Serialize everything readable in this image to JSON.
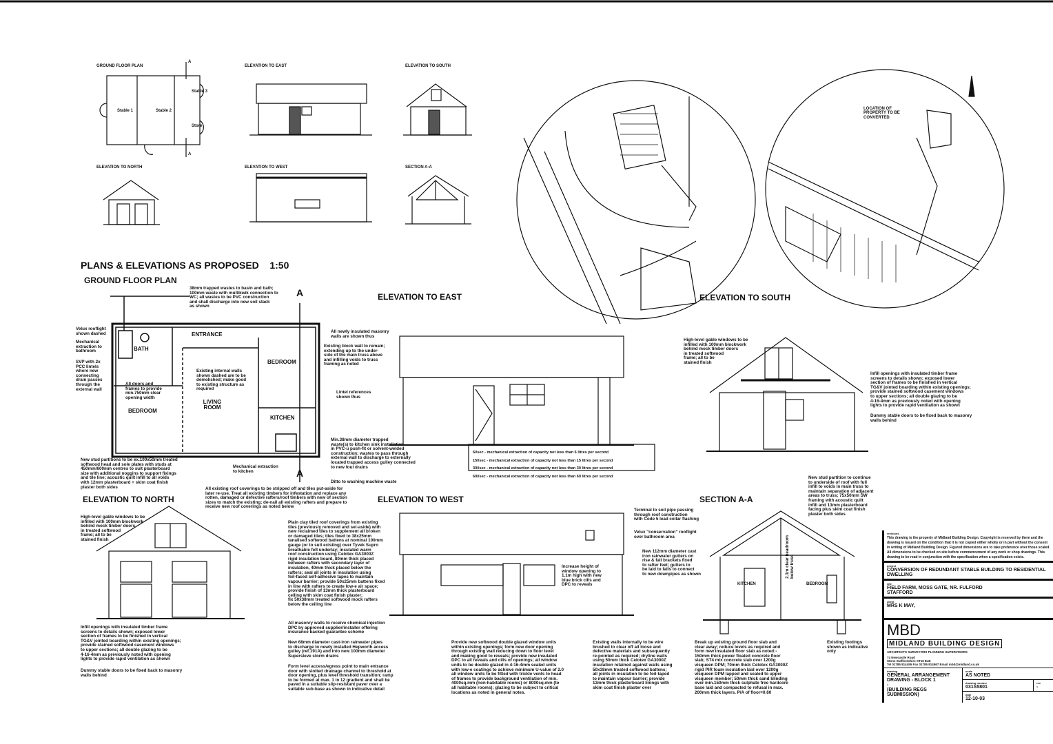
{
  "thumbnails": {
    "ground_floor_plan": "GROUND FLOOR PLAN",
    "elevation_east": "ELEVATION TO EAST",
    "elevation_south": "ELEVATION TO SOUTH",
    "elevation_north": "ELEVATION TO NORTH",
    "elevation_west": "ELEVATION TO WEST",
    "section_aa": "SECTION A-A",
    "rooms": [
      "Stable 1",
      "Stable 2",
      "Stable 3",
      "Store"
    ],
    "section_marks": [
      "A",
      "A"
    ]
  },
  "location": {
    "label": "LOCATION OF PROPERTY TO BE CONVERTED"
  },
  "main": {
    "title": "PLANS & ELEVATIONS AS PROPOSED",
    "scale": "1:50",
    "ground_floor_plan": "GROUND FLOOR PLAN",
    "elevation_east": "ELEVATION TO EAST",
    "elevation_south": "ELEVATION TO SOUTH",
    "elevation_north": "ELEVATION TO NORTH",
    "elevation_west": "ELEVATION TO WEST",
    "section_aa": "SECTION A-A",
    "rooms": {
      "entrance": "ENTRANCE",
      "bath": "BATH",
      "bedroom1": "BEDROOM",
      "bedroom2": "BEDROOM",
      "living": "LIVING ROOM",
      "kitchen": "KITCHEN",
      "section_kitchen": "KITCHEN",
      "section_bedroom": "BEDROOM"
    },
    "section_marks": [
      "A",
      "A"
    ]
  },
  "notes": {
    "wastes": "38mm trapped wastes to basin and bath;\n100mm waste with multikwik connection to\nWC; all wastes to be PVC construction\nand shall discharge into new soil stack\nas shown",
    "velux": "Velux rooflight\nshown dashed",
    "mech_bath": "Mechanical\nextraction to\nbathroom",
    "svp": "SVP with 2x\nPCC lintels\nwhere new\nconnecting\ndrain passes\nthrough the\nexternal wall",
    "doors": "All doors and\nframes to provide\nmin.750mm clear\nopening width",
    "internal_walls": "Existing internal walls\nshown dashed are to be\ndemolished; make good\nto existing structure as\nrequired",
    "masonry": "All newly insulated masonry\nwalls are shown thus",
    "block_wall": "Existing block wall to remain;\nextending up to the under-\nside of the main truss above\nand infilling voids to truss\nframing as noted",
    "lintel": "Lintel references\nshown thus",
    "sink": "Min.38mm diameter trapped\nwaste(s) to kitchen sink installation\nin PVC-u push-fit or solvent-welded\nconstruction; wastes to pass through\nexternal wall to discharge to externally\nlocated trapped access gulley connected\nto new foul drains",
    "washing": "Ditto to washing machine waste",
    "mech_kitchen": "Mechanical extraction\nto kitchen",
    "stud": "New stud partitions to be ex.100x50mm treated\nsoftwood head and sole plates with studs at\n450mm/600mm centres to suit plasterboard\nsize with additional noggins to support fixings\nand tile line; acoustic quilt infill to all voids\nwith 12mm plasterboard + skim coat finish\nplaster both sides",
    "roof_strip": "All existing roof coverings to be stripped off and tiles put-aside for\nlater re-use. Treat all existing timbers for infestation and replace any\nrotten, damaged or defective rafters/roof timbers with new of section\nsizes to match the existing; de-nail all existing rafters and prepare to\nreceive new roof coverings as noted below",
    "gable_south": "High-level gable windows to be\ninfilled with 100mm blockwork\nbehind mock timber doors\nin treated softwood\nframe; all to be\nstained finish",
    "infill_south": "Infill openings with insulated timber frame\nscreens to details shown; exposed lower\nsection of frames to be finished in vertical\nTG&V jointed boarding within existing openings;\nprovide stained softwood casement windows\nto upper sections; all double glazing to be\n4-16-4mm as previously noted with opening\nlights to provide rapid ventilation as shown",
    "dummy_south": "Dummy stable doors to be fixed back to masonry\nwalls behind",
    "stud_section": "New stud partition to continue\nto underside of roof with full\ninfill to voids in main truss to\nmaintain separation of adjacent\nareas to truss; 75x50mm SW\nframing with acoustic quilt\ninfill and 13mm plasterboard\nfacing plus skim coat finish\nplaster both sides",
    "gable_north": "High-level gable windows to be\ninfilled with 100mm blockwork\nbehind mock timber doors\nin treated softwood\nframe; all to be\nstained finish",
    "roof_tiles": "Plain clay tiled roof coverings from existing\ntiles (previously removed and set-aside) with\nnew reclaimed tiles to supplement all broken\nor damaged tiles; tiles fixed to 38x25mm\ntanalised softwood battens at nominal 100mm\ngauge (or to suit existing) over Tyvek Supro\nbreathable felt underlay; insulated warm\nroof construction using Celotex GA3000Z\nrigid insulation board, 80mm thick placed\nbetween rafters with secondary layer of\ninsulation, 40mm thick placed below the\nrafters; seal all joints in insulation using\nfoil-faced self-adhesive tapes to maintain\nvapour barrier; provide 50x25mm battens fixed\nin line with rafters to create low-e air space;\nprovide finish of 13mm thick plasterboard\nceiling with skim coat finish plaster;\nfix 50x38mm treated softwood mock rafters\nbelow the ceiling line",
    "dpc": "All masonry walls to receive chemical injection\nDPC by approved supplier/installer offering\ninsurance backed guarantee scheme",
    "rainwater": "New 68mm diameter cast-iron rainwater pipes\nto discharge to newly installed Hepworth access\ngulley (ref.191A) and into new 100mm diameter\nSupersleve storm drains",
    "access": "Form level access/egress point to main entrance\ndoor with slotted drainage channel to threshold at\ndoor opening, plus level threshold transition; ramp\nto be formed at max. 1 in 12 gradient and shall be\npaved in a suitable slip-resistant paver over a\nsuitable sub-base as shown in indicative detail",
    "infill_north": "Infill openings with insulated timber frame\nscreens to details shown; exposed lower\nsection of frames to be finished in vertical\nTG&V jointed boarding within existing openings;\nprovide stained softwood casement windows\nto upper sections; all double glazing to be\n4-16-4mm as previously noted with opening\nlights to provide rapid ventilation as shown",
    "dummy_north": "Dummy stable doors to be fixed back to masonry\nwalls behind",
    "window_height": "Increase height of\nwindow opening to\n1.1m high with new\nblue brick cills and\nDPC to reveals",
    "windows": "Provide new softwood double glazed window units\nwithin existing openings; form new door opening\nthrough existing wall reducing down to floor level\nand making good to reveals; provide new insulated\nDPC to all reveals and cills of openings; all window\nunits to be double glazed in 4-16-4mm sealed units\nwith low-e coatings to achieve minimum U-value of 2.0\nall window units to be fitted with trickle vents to head\nof frames to provide background ventilation of min.\n4000sq.mm (non-habitable rooms) or 8000sq.mm (to\nall habitable rooms); glazing to be subject to critical\nlocations as noted in general notes.",
    "soil_pipe": "Terminal to soil pipe passing\nthrough roof construction\nwith Code 5 lead collar flashing",
    "velux_conservation": "Velux \"conservation\" rooflight\nover bathroom area",
    "gutters": "New 112mm diameter cast\niron rainwater gutters on\nrise & fall brackets fixed\nto rafter feet; gutters to\nbe laid to falls to connect\nto new downpipes as shown",
    "walls_internal": "Existing walls internally to be wire\nbrushed to clear off all loose and\ndefective materials and subsequently\nre-pointed as required; dryline walls\nusing 50mm thick Celotex GA3000Z\ninsulation retained against walls using\n50x38mm treated softwood battens;\nall joints in insulation to be foil-taped\nto maintain vapour barrier; provide\n13mm thick plasterboard linings with\nskim coat finish plaster over",
    "floor_slab": "Break up existing ground floor slab and\nclear away; reduce levels as required and\nform new insulated floor slab as noted:-\n150mm thick power floated concrete floor\nslab; ST4 mix concrete slab over 1200g\nvisqueen DPM; 70mm thick Celotex GA3000Z\nrigid PIR foam insulation laid over 1200g\nvisqueen DPM lapped and sealed to upper\nvisqueen member; 50mm thick sand blinding\nover min.150mm thick sulphate free hardcore\nbase laid and compacted to refusal in max.\n200mm thick layers.  P/A of floor=0.60",
    "footings": "Existing footings\nshown as indicative\nonly",
    "clear_headroom": "2.1m clear headroom\nbelow truss"
  },
  "legend": {
    "rows": [
      "6l/sec - mechanical extraction of capacity not less than 6 litres per second",
      "15l/sec - mechanical extraction of capacity not less than 15 litres per second",
      "30l/sec - mechanical extraction of capacity not less than 30 litres per second",
      "60l/sec - mechanical extraction of capacity not less than 60 litres per second"
    ]
  },
  "title_block": {
    "revisions_label": "revisions",
    "copyright": "This drawing is the property of Midland Building Design. Copyright is reserved by them and the drawing is issued on the condition that it is not copied either wholly or in part without the consent in writing of Midland Building Design. Figured dimensions are to take preference over those scaled. All dimensions to be checked on site before commencement of any work or shop drawings. This drawing to be read in conjunction with the specification when a specification exists.",
    "project_label": "project",
    "project": "CONVERSION OF REDUNDANT STABLE BUILDING TO RESIDENTIAL DWELLING",
    "site_label": "site",
    "site": "FIELD FARM, MOSS GATE, NR. FULFORD\nSTAFFORD",
    "client_label": "client",
    "client": "MRS K MAY,",
    "logo": "MBD",
    "company": "MIDLAND BUILDING DESIGN",
    "company_sub": "ARCHITECTS  SURVEYORS  PLANNING SUPERVISORS",
    "address": "74 Newcastle Road\nStone Staffordshire ST15 8LB\nTel 01785 814455  Fax 01785 814567  Email mbd@midland.co.uk",
    "drawing_label": "drawing",
    "drawing": "GENERAL ARRANGEMENT\nDRAWING - BLOCK 1\n-\n(BUILDING REGS SUBMISSION)",
    "scale_label": "scale",
    "scale": "AS NOTED",
    "number_label": "drawing number",
    "number": "031S5801",
    "rev_label": "rev",
    "rev": "-",
    "date_label": "date",
    "date": "12-10-03"
  }
}
